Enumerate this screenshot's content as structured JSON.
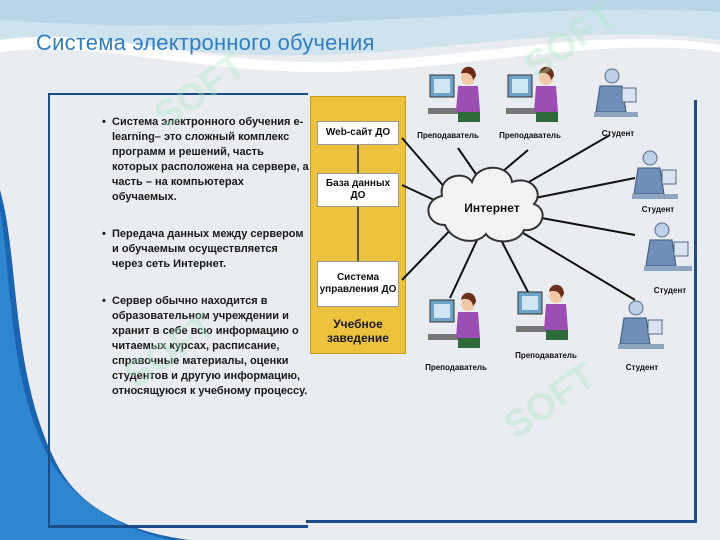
{
  "slide": {
    "title": "Система электронного обучения"
  },
  "bullets": [
    "Система электронного обучения e-learning– это сложный комплекс программ и решений, часть которых расположена на сервере, а часть – на компьютерах обучаемых.",
    "Передача данных между сервером и обучаемым осуществляется через сеть Интернет.",
    "Сервер обычно находится в образовательном учреждении и хранит в себе всю информацию о читаемых курсах, расписание, справочные материалы, оценки студентов и другую информацию, относящуюся к учебному процессу."
  ],
  "institution": {
    "label_line1": "Учебное",
    "label_line2": "заведение",
    "servers": [
      "Web-сайт ДО",
      "База данных ДО",
      "Система управления ДО"
    ]
  },
  "network": {
    "cloud_label": "Интернет",
    "nodes": {
      "teacher_top1": "Преподаватель",
      "teacher_top2": "Преподаватель",
      "student_top": "Студент",
      "student_r1": "Студент",
      "student_r2": "Студент",
      "student_r3": "Студент",
      "teacher_bot1": "Преподаватель",
      "teacher_bot2": "Преподаватель"
    }
  },
  "watermark": "SOFT",
  "colors": {
    "accent_blue": "#1b4e86",
    "title_blue": "#2f7fc0",
    "institution_yellow": "#ecc23f",
    "teacher_purple": "#9b4fb5",
    "student_blue": "#6f8fb8"
  }
}
